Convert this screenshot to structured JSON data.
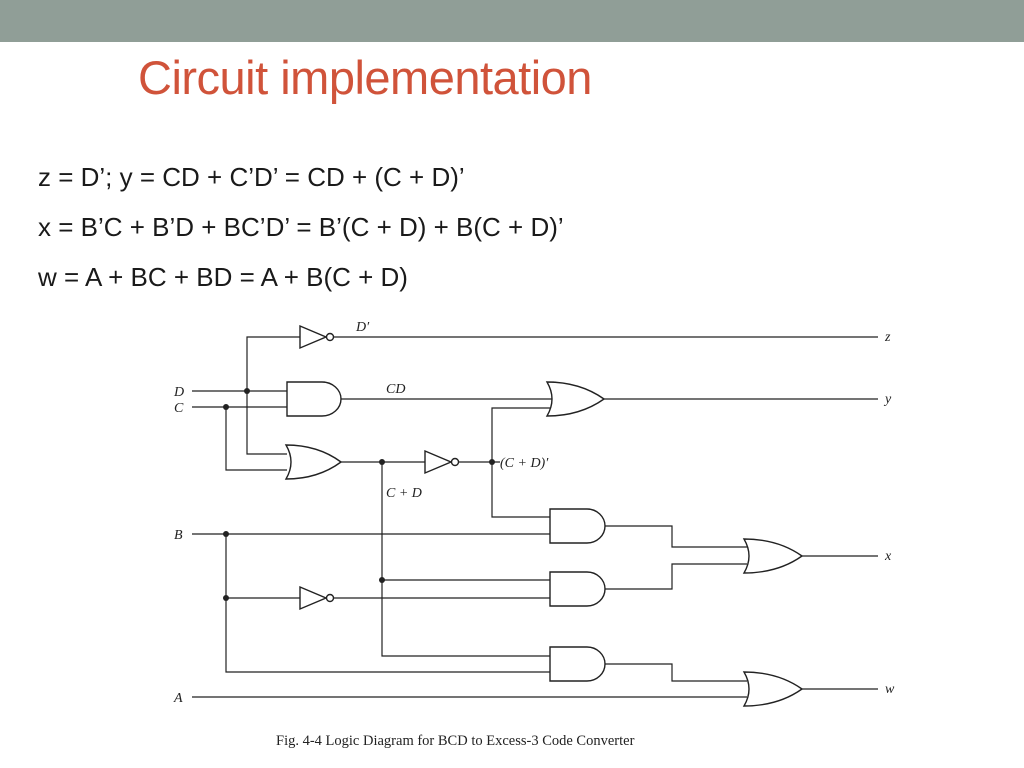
{
  "slide": {
    "title": "Circuit implementation",
    "equations": [
      "z = D’; y = CD + C’D’ = CD + (C + D)’",
      "x = B’C + B’D + BC’D’ = B’(C + D) + B(C + D)’",
      "w = A + BC + BD = A + B(C + D)"
    ]
  },
  "diagram": {
    "inputs": {
      "d": "D",
      "c": "C",
      "b": "B",
      "a": "A"
    },
    "outputs": {
      "z": "z",
      "y": "y",
      "x": "x",
      "w": "w"
    },
    "signals": {
      "d_not": "D′",
      "cd": "CD",
      "c_or_d": "C + D",
      "c_or_d_not": "(C + D)′"
    },
    "caption": "Fig. 4-4  Logic Diagram for BCD to Excess-3 Code Converter"
  }
}
